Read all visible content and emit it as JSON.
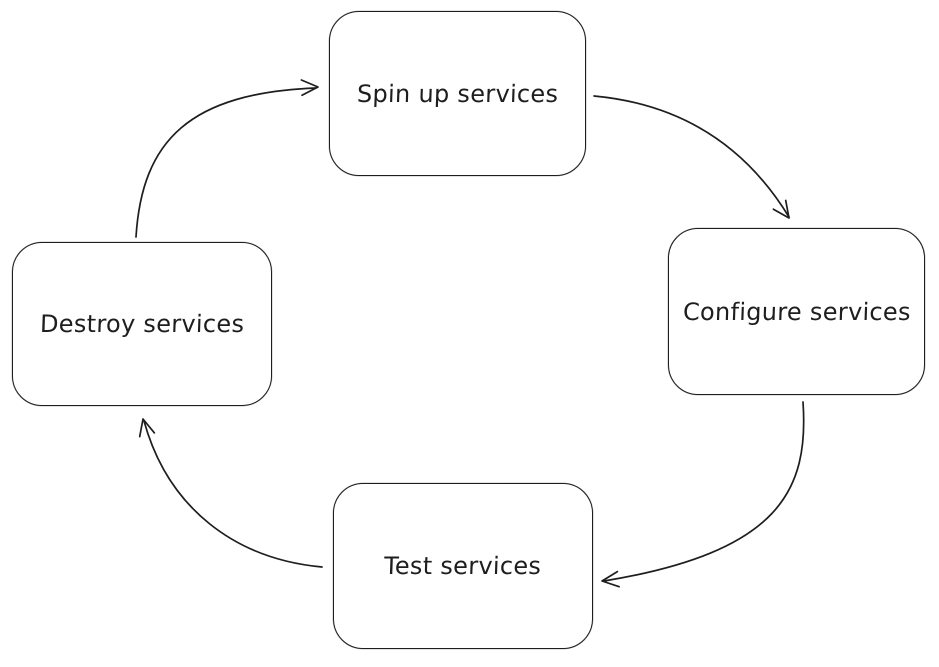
{
  "diagram": {
    "background_color": "#ffffff",
    "stroke_color": "#1e1e1e",
    "nodes": [
      {
        "id": "spin-up",
        "label": "Spin up services"
      },
      {
        "id": "configure",
        "label": "Configure services"
      },
      {
        "id": "test",
        "label": "Test services"
      },
      {
        "id": "destroy",
        "label": "Destroy services"
      }
    ],
    "edges": [
      {
        "from": "Spin up services",
        "to": "Configure services"
      },
      {
        "from": "Configure services",
        "to": "Test services"
      },
      {
        "from": "Test services",
        "to": "Destroy services"
      },
      {
        "from": "Destroy services",
        "to": "Spin up services"
      }
    ]
  }
}
